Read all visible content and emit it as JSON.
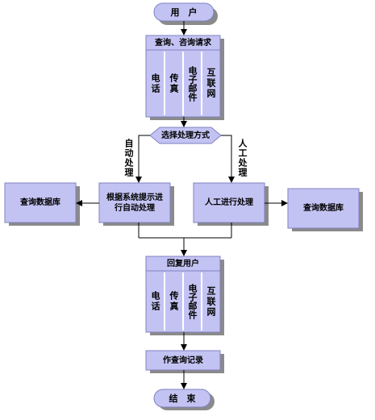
{
  "nodes": {
    "user": "用　户",
    "request": "查询、咨询请求",
    "channels_top": [
      "电话",
      "传真",
      "电子邮件",
      "互联网"
    ],
    "decision": "选择处理方式",
    "auto_branch": "自动处理",
    "manual_branch": "人工处理",
    "query_db_left": "查询数据库",
    "auto_process": "根据系统提示进行自动处理",
    "manual_process": "人工进行处理",
    "query_db_right": "查询数据库",
    "reply": "回复用户",
    "channels_bottom": [
      "电话",
      "传真",
      "电子邮件",
      "互联网"
    ],
    "record": "作查询记录",
    "end": "结　束"
  },
  "colors": {
    "box_fill": "#c3c3f3",
    "box_stroke": "#8080c0",
    "shadow": "#8a8a8a",
    "line": "#000000"
  }
}
